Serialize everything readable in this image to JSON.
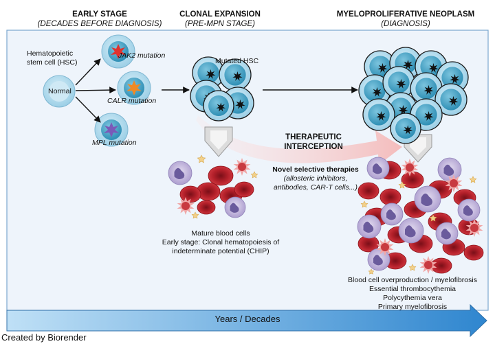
{
  "stages": {
    "early": {
      "title": "EARLY STAGE",
      "subtitle": "(DECADES BEFORE DIAGNOSIS)"
    },
    "clonal": {
      "title": "CLONAL EXPANSION",
      "subtitle": "(PRE-MPN STAGE)"
    },
    "mpn": {
      "title": "MYELOPROLIFERATIVE NEOPLASM",
      "subtitle": "(DIAGNOSIS)"
    }
  },
  "hsc_label_line1": "Hematopoietic",
  "hsc_label_line2": "stem cell (HSC)",
  "normal_label": "Normal",
  "mutations": {
    "jak2": "JAK2 mutation",
    "calr": "CALR mutation",
    "mpl": "MPL mutation"
  },
  "mutated_hsc_label": "Mutated HSC",
  "therapeutic": {
    "line1": "THERAPEUTIC",
    "line2": "INTERCEPTION",
    "novel": "Novel selective therapies",
    "detail1": "(allosteric inhibitors,",
    "detail2": "antibodies, CAR-T cells...)"
  },
  "mature": {
    "line1": "Mature blood cells",
    "line2": "Early stage: Clonal hematopoiesis of",
    "line3": "indeterminate potential (CHIP)"
  },
  "outcomes": {
    "line1": "Blood cell overproduction / myelofibrosis",
    "line2": "Essential thrombocythemia",
    "line3": "Polycythemia vera",
    "line4": "Primary myelofibrosis"
  },
  "timeline_label": "Years / Decades",
  "credit": "Created by Biorender",
  "colors": {
    "panel_bg": "#eef4fb",
    "panel_border": "#7aa6cf",
    "cell_outer": "#a8d8ec",
    "cell_inner": "#4aa8c8",
    "jak2": "#e0322e",
    "calr": "#f08a24",
    "mpl": "#7a5ab8",
    "rbc": "#b3202a",
    "wbc": "#b9acd6",
    "platelet": "#f2d08a",
    "interception_arrow": "#f6cccc",
    "timeline": "#4a9ad8"
  }
}
